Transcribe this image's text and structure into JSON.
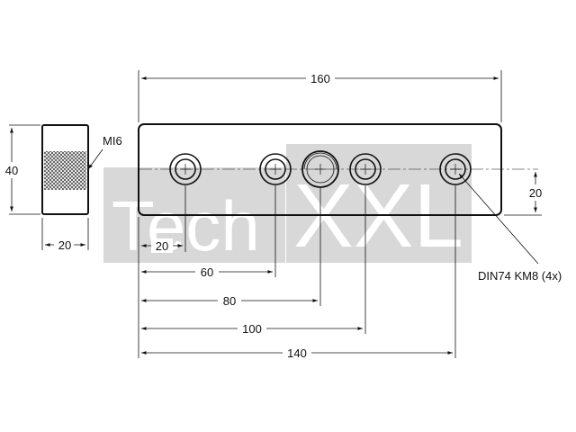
{
  "watermark": {
    "brand_left": "Tech",
    "brand_right": "XXL",
    "color": "#d6d6d6"
  },
  "side_view": {
    "thread_label": "MI6",
    "height_dim": "40",
    "width_dim": "20"
  },
  "top_view": {
    "length_dim": "160",
    "height_dim": "20",
    "hole_note": "DIN74 KM8 (4x)",
    "position_dims": [
      "20",
      "60",
      "80",
      "100",
      "140"
    ]
  },
  "colors": {
    "line": "#111111",
    "knurl": "#444444"
  }
}
